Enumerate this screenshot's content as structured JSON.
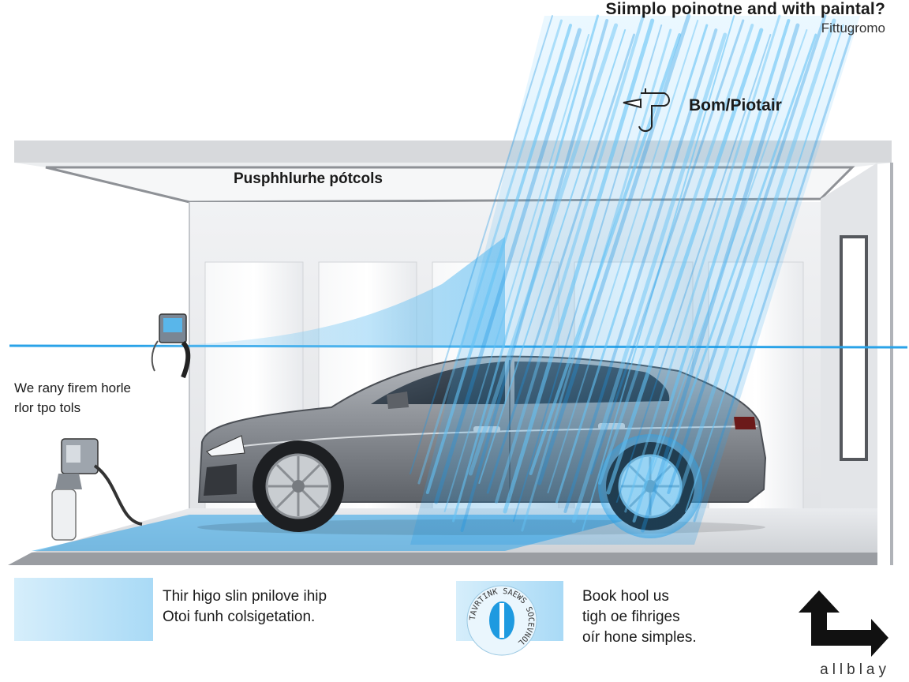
{
  "header": {
    "title": "Siimplo poinotne and with paintal?",
    "subtitle": "Fittugromo"
  },
  "labels": {
    "spray_gun": "Bom/Piotair",
    "ceiling": "Pusphhlurhe pótcols",
    "side_line1": "We rany firem horle",
    "side_line2": "rlor tpo tols"
  },
  "panels": {
    "left": {
      "line1": "Thir higo slin pnilove ihip",
      "line2": "Otoi funh colsigetation."
    },
    "badge": {
      "ring_text": "TAVRTINK SAEWS SOCEVNOL"
    },
    "right": {
      "line1": "Book hool us",
      "line2": "tigh oe fihriges",
      "line3": "oír hone simples."
    }
  },
  "brand": "allblay",
  "colors": {
    "spray_blue": "#2aa3e8",
    "car_grey": "#8c9096",
    "booth_grey": "#d8dade",
    "wheel_blue": "#6fc6f2"
  },
  "icons": [
    "spray-gun-icon",
    "wall-paint-dispenser-icon",
    "paint-pressure-pot-icon",
    "seal-badge-icon",
    "turn-arrow-icon"
  ]
}
